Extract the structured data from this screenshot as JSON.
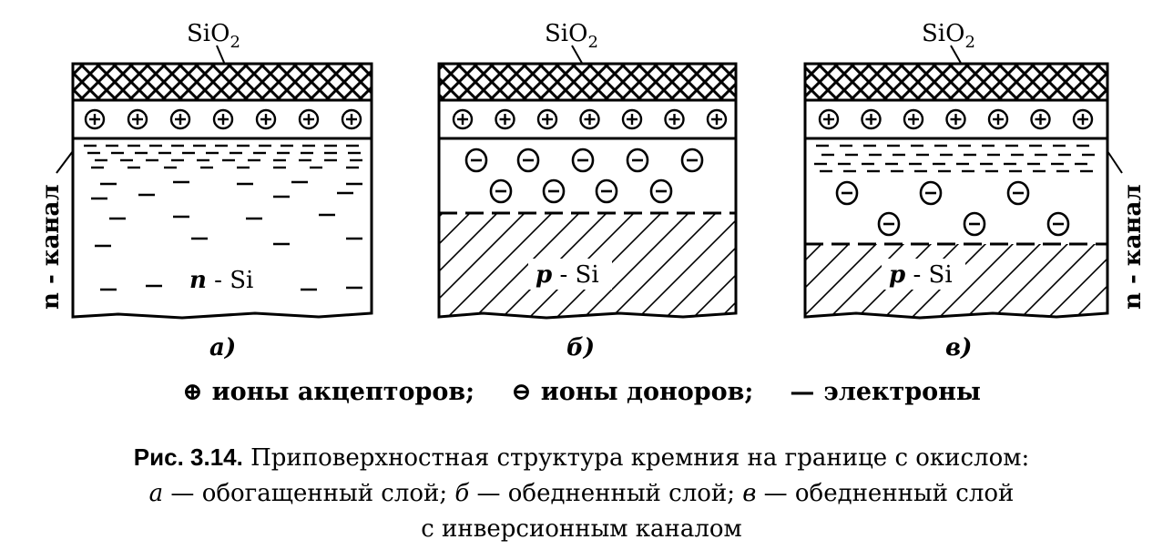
{
  "panels": [
    {
      "id": "a",
      "letter": "а)",
      "oxide_label": "SiO",
      "oxide_sub": "2",
      "bulk_label_pre": "n",
      "bulk_label_post": " - Si",
      "channel_label": "n - канал"
    },
    {
      "id": "b",
      "letter": "б)",
      "oxide_label": "SiO",
      "oxide_sub": "2",
      "bulk_label_pre": "p",
      "bulk_label_post": " - Si"
    },
    {
      "id": "c",
      "letter": "в)",
      "oxide_label": "SiO",
      "oxide_sub": "2",
      "bulk_label_pre": "p",
      "bulk_label_post": " - Si",
      "channel_label": "n - канал"
    }
  ],
  "legend": {
    "plus_symbol": "⊕",
    "acceptors": "ионы акцепторов;",
    "minus_symbol": "⊖",
    "donors": "ионы доноров;",
    "dash_symbol": "—",
    "electrons": "электроны"
  },
  "caption": {
    "lead": "Рис. 3.14.",
    "line1": " Приповерхностная структура кремния на границе с окислом:",
    "a_letter": "а",
    "a_text": " — обогащенный слой; ",
    "b_letter": "б",
    "b_text": " — обедненный слой; ",
    "c_letter": "в",
    "c_text": " — обедненный слой",
    "line3": "с инверсионным каналом"
  }
}
